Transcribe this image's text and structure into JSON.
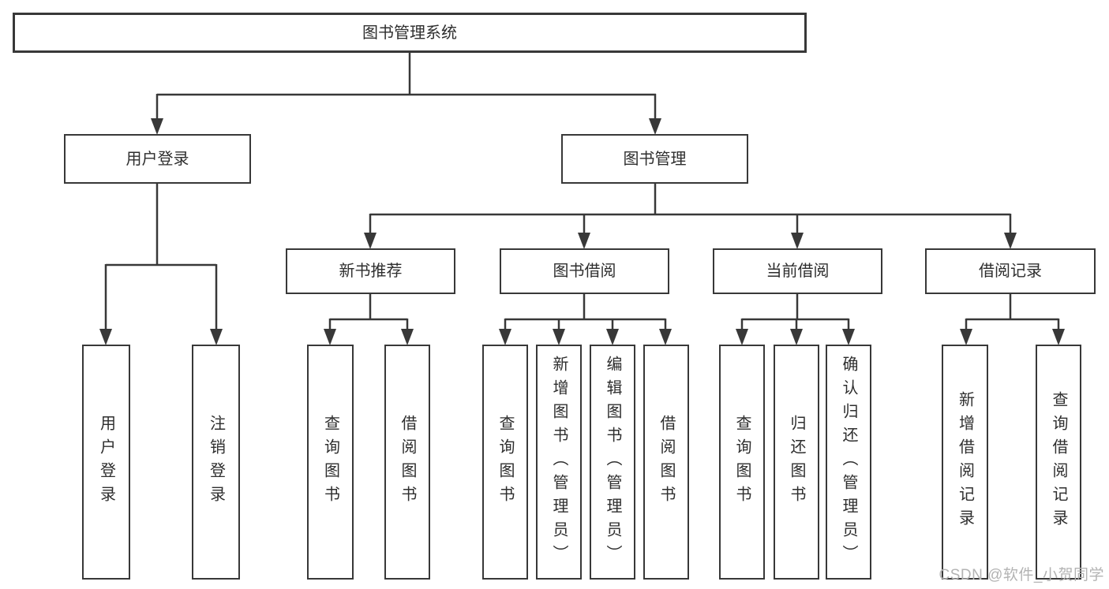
{
  "tree": {
    "label": "图书管理系统",
    "children": [
      {
        "label": "用户登录",
        "children": [
          {
            "label": "用户登录"
          },
          {
            "label": "注销登录"
          }
        ]
      },
      {
        "label": "图书管理",
        "children": [
          {
            "label": "新书推荐",
            "children": [
              {
                "label": "查询图书"
              },
              {
                "label": "借阅图书"
              }
            ]
          },
          {
            "label": "图书借阅",
            "children": [
              {
                "label": "查询图书"
              },
              {
                "label": "新增图书（管理员）"
              },
              {
                "label": "编辑图书（管理员）"
              },
              {
                "label": "借阅图书"
              }
            ]
          },
          {
            "label": "当前借阅",
            "children": [
              {
                "label": "查询图书"
              },
              {
                "label": "归还图书"
              },
              {
                "label": "确认归还（管理员）"
              }
            ]
          },
          {
            "label": "借阅记录",
            "children": [
              {
                "label": "新增借阅记录"
              },
              {
                "label": "查询借阅记录"
              }
            ]
          }
        ]
      }
    ]
  },
  "watermark": "CSDN @软件_小贺同学",
  "colors": {
    "line": "#383838",
    "text": "#2e2e2e",
    "watermark": "#b3b3b3",
    "background": "#ffffff"
  }
}
